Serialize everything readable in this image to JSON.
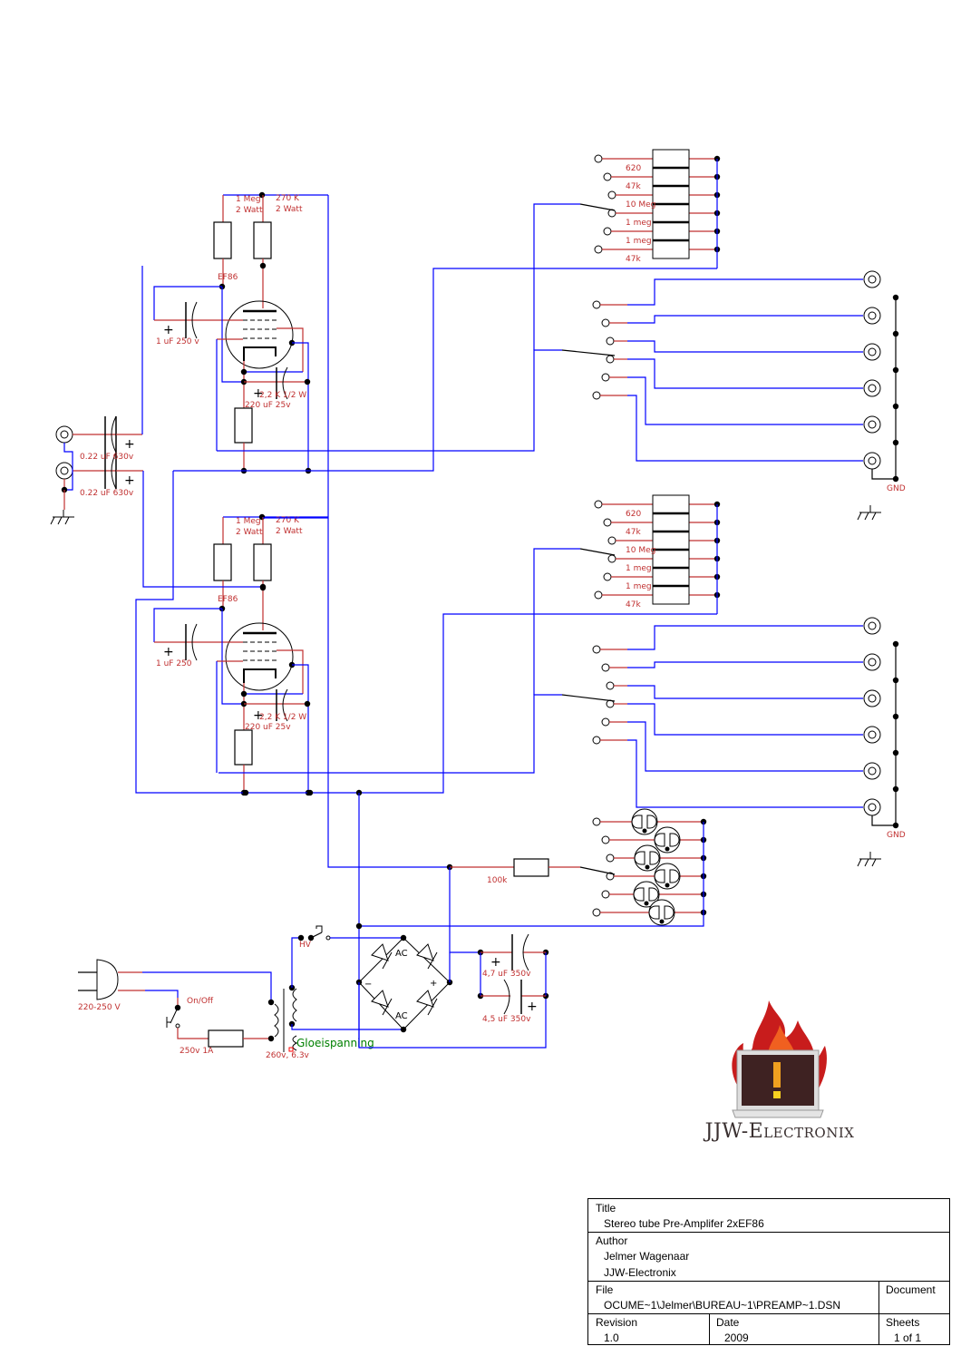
{
  "stage_upper": {
    "r1": "1 Meg",
    "r1_w": "2 Watt",
    "r2": "270 K",
    "r2_w": "2 Watt",
    "tube": "EF86",
    "cap": "1 uF 250 v",
    "rk": "2,2 K 1/2 W",
    "ck": "220 uF 25v"
  },
  "stage_lower": {
    "r1": "1 Meg",
    "r1_w": "2 Watt",
    "r2": "270 K",
    "r2_w": "2 Watt",
    "tube": "EF86",
    "cap": "1 uF 250",
    "rk": "2,2 K 1/2 W",
    "ck": "220 uF 25v"
  },
  "input_caps": [
    "0.22 uF 630v",
    "0.22 uF 630v"
  ],
  "switch_resistors_upper": [
    "620",
    "47k",
    "10 Meg",
    "1 meg",
    "1 meg",
    "47k"
  ],
  "switch_resistors_lower": [
    "620",
    "47k",
    "10 Meg",
    "1 meg",
    "1 meg",
    "47k"
  ],
  "gnd_labels": [
    "GND",
    "GND"
  ],
  "output_resistor": "100k",
  "power": {
    "mains": "220-250 V",
    "switch": "On/Off",
    "fuse": "250v 1A",
    "transformer": "260v, 6.3v",
    "hv": "HV",
    "heater": "Gloeispanning",
    "ac1": "AC",
    "ac2": "AC",
    "plus": "+",
    "minus": "−",
    "cap1": "4,7 uF 350v",
    "cap2": "4,5 uF 350v"
  },
  "logo": {
    "text": "JJW-Electronix"
  },
  "colors": {
    "wire_blue": "#0000ff",
    "wire_red": "#c03030",
    "label_red": "#c03030",
    "label_green": "#008000"
  },
  "title_block": {
    "title_label": "Title",
    "title": "Stereo tube Pre-Amplifer 2xEF86",
    "author_label": "Author",
    "author": "Jelmer Wagenaar",
    "company": "JJW-Electronix",
    "file_label": "File",
    "file": "OCUME~1\\Jelmer\\BUREAU~1\\PREAMP~1.DSN",
    "document_label": "Document",
    "revision_label": "Revision",
    "revision": "1.0",
    "date_label": "Date",
    "date": "2009",
    "sheets_label": "Sheets",
    "sheets": "1 of 1"
  }
}
